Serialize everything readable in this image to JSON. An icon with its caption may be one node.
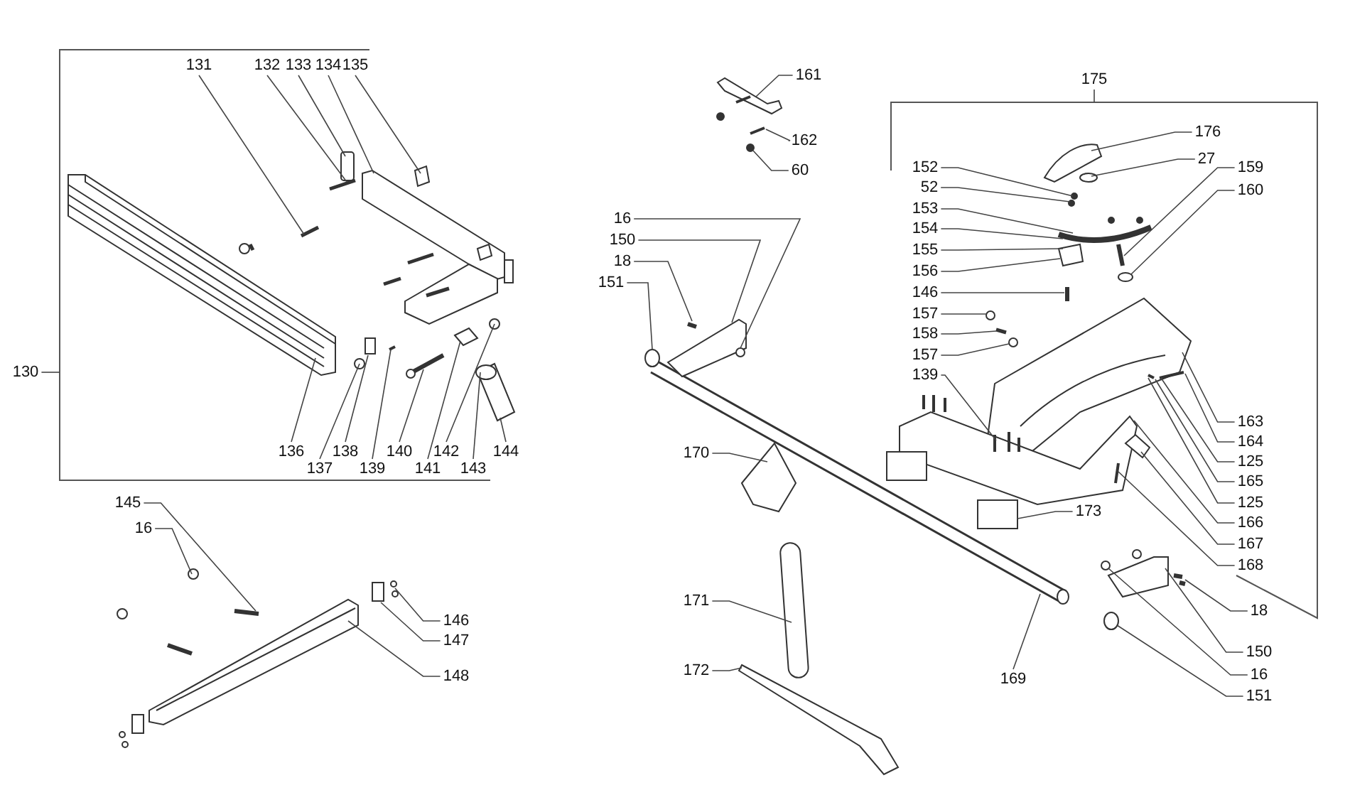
{
  "diagram": {
    "nodes": [
      {
        "text": [
          "130"
        ]
      },
      {
        "text": [
          "131"
        ]
      },
      {
        "text": [
          "132"
        ]
      },
      {
        "text": [
          "133"
        ]
      },
      {
        "text": [
          "134"
        ]
      },
      {
        "text": [
          "135"
        ]
      },
      {
        "text": [
          "136"
        ]
      },
      {
        "text": [
          "137"
        ]
      },
      {
        "text": [
          "138"
        ]
      },
      {
        "text": [
          "139"
        ]
      },
      {
        "text": [
          "140"
        ]
      },
      {
        "text": [
          "141"
        ]
      },
      {
        "text": [
          "142"
        ]
      },
      {
        "text": [
          "143"
        ]
      },
      {
        "text": [
          "144"
        ]
      },
      {
        "text": [
          "145"
        ]
      },
      {
        "text": [
          "16"
        ]
      },
      {
        "text": [
          "146"
        ]
      },
      {
        "text": [
          "147"
        ]
      },
      {
        "text": [
          "148"
        ]
      },
      {
        "text": [
          "161"
        ]
      },
      {
        "text": [
          "162"
        ]
      },
      {
        "text": [
          "60"
        ]
      },
      {
        "text": [
          "16"
        ]
      },
      {
        "text": [
          "150"
        ]
      },
      {
        "text": [
          "18"
        ]
      },
      {
        "text": [
          "151"
        ]
      },
      {
        "text": [
          "175"
        ]
      },
      {
        "text": [
          "176"
        ]
      },
      {
        "text": [
          "27"
        ]
      },
      {
        "text": [
          "152"
        ]
      },
      {
        "text": [
          "52"
        ]
      },
      {
        "text": [
          "153"
        ]
      },
      {
        "text": [
          "154"
        ]
      },
      {
        "text": [
          "155"
        ]
      },
      {
        "text": [
          "156"
        ]
      },
      {
        "text": [
          "146"
        ]
      },
      {
        "text": [
          "157"
        ]
      },
      {
        "text": [
          "158"
        ]
      },
      {
        "text": [
          "157"
        ]
      },
      {
        "text": [
          "139"
        ]
      },
      {
        "text": [
          "159"
        ]
      },
      {
        "text": [
          "160"
        ]
      },
      {
        "text": [
          "163"
        ]
      },
      {
        "text": [
          "164"
        ]
      },
      {
        "text": [
          "125"
        ]
      },
      {
        "text": [
          "165"
        ]
      },
      {
        "text": [
          "125"
        ]
      },
      {
        "text": [
          "166"
        ]
      },
      {
        "text": [
          "167"
        ]
      },
      {
        "text": [
          "168"
        ]
      },
      {
        "text": [
          "173"
        ]
      },
      {
        "text": [
          "18"
        ]
      },
      {
        "text": [
          "150"
        ]
      },
      {
        "text": [
          "16"
        ]
      },
      {
        "text": [
          "151"
        ]
      },
      {
        "text": [
          "169"
        ]
      },
      {
        "text": [
          "170"
        ]
      },
      {
        "text": [
          "171"
        ]
      },
      {
        "text": [
          "172"
        ]
      }
    ],
    "edges": [
      {
        "from": 0,
        "to": null,
        "arrow": "none"
      },
      {
        "from": 1,
        "to": null,
        "arrow": "none"
      },
      {
        "from": 2,
        "to": null,
        "arrow": "none"
      },
      {
        "from": 3,
        "to": null,
        "arrow": "none"
      },
      {
        "from": 4,
        "to": null,
        "arrow": "none"
      },
      {
        "from": 5,
        "to": null,
        "arrow": "none"
      },
      {
        "from": 6,
        "to": null,
        "arrow": "none"
      },
      {
        "from": 7,
        "to": null,
        "arrow": "none"
      },
      {
        "from": 8,
        "to": null,
        "arrow": "none"
      },
      {
        "from": 9,
        "to": null,
        "arrow": "none"
      },
      {
        "from": 10,
        "to": null,
        "arrow": "none"
      },
      {
        "from": 11,
        "to": null,
        "arrow": "none"
      },
      {
        "from": 12,
        "to": null,
        "arrow": "none"
      },
      {
        "from": 13,
        "to": null,
        "arrow": "none"
      },
      {
        "from": 14,
        "to": null,
        "arrow": "none"
      },
      {
        "from": 15,
        "to": null,
        "arrow": "none"
      },
      {
        "from": 16,
        "to": null,
        "arrow": "none"
      },
      {
        "from": 17,
        "to": null,
        "arrow": "none"
      },
      {
        "from": 18,
        "to": null,
        "arrow": "none"
      },
      {
        "from": 19,
        "to": null,
        "arrow": "none"
      },
      {
        "from": 20,
        "to": null,
        "arrow": "none"
      },
      {
        "from": 21,
        "to": null,
        "arrow": "none"
      },
      {
        "from": 22,
        "to": null,
        "arrow": "none"
      },
      {
        "from": 23,
        "to": null,
        "arrow": "none"
      },
      {
        "from": 24,
        "to": null,
        "arrow": "none"
      },
      {
        "from": 25,
        "to": null,
        "arrow": "none"
      },
      {
        "from": 26,
        "to": null,
        "arrow": "none"
      },
      {
        "from": 27,
        "to": null,
        "arrow": "none"
      },
      {
        "from": 28,
        "to": null,
        "arrow": "none"
      },
      {
        "from": 29,
        "to": null,
        "arrow": "none"
      },
      {
        "from": 30,
        "to": null,
        "arrow": "none"
      },
      {
        "from": 31,
        "to": null,
        "arrow": "none"
      },
      {
        "from": 32,
        "to": null,
        "arrow": "none"
      },
      {
        "from": 33,
        "to": null,
        "arrow": "none"
      },
      {
        "from": 34,
        "to": null,
        "arrow": "none"
      },
      {
        "from": 35,
        "to": null,
        "arrow": "none"
      },
      {
        "from": 36,
        "to": null,
        "arrow": "none"
      },
      {
        "from": 37,
        "to": null,
        "arrow": "none"
      },
      {
        "from": 38,
        "to": null,
        "arrow": "none"
      },
      {
        "from": 39,
        "to": null,
        "arrow": "none"
      },
      {
        "from": 40,
        "to": null,
        "arrow": "none"
      },
      {
        "from": 41,
        "to": null,
        "arrow": "none"
      },
      {
        "from": 42,
        "to": null,
        "arrow": "none"
      },
      {
        "from": 43,
        "to": null,
        "arrow": "none"
      },
      {
        "from": 44,
        "to": null,
        "arrow": "none"
      },
      {
        "from": 45,
        "to": null,
        "arrow": "none"
      },
      {
        "from": 46,
        "to": null,
        "arrow": "none"
      },
      {
        "from": 47,
        "to": null,
        "arrow": "none"
      },
      {
        "from": 48,
        "to": null,
        "arrow": "none"
      },
      {
        "from": 49,
        "to": null,
        "arrow": "none"
      },
      {
        "from": 50,
        "to": null,
        "arrow": "none"
      },
      {
        "from": 51,
        "to": null,
        "arrow": "none"
      },
      {
        "from": 52,
        "to": null,
        "arrow": "none"
      },
      {
        "from": 53,
        "to": null,
        "arrow": "none"
      },
      {
        "from": 54,
        "to": null,
        "arrow": "none"
      },
      {
        "from": 55,
        "to": null,
        "arrow": "none"
      },
      {
        "from": 56,
        "to": null,
        "arrow": "none"
      },
      {
        "from": 57,
        "to": null,
        "arrow": "none"
      },
      {
        "from": 58,
        "to": null,
        "arrow": "none"
      },
      {
        "from": 59,
        "to": null,
        "arrow": "none"
      }
    ]
  }
}
